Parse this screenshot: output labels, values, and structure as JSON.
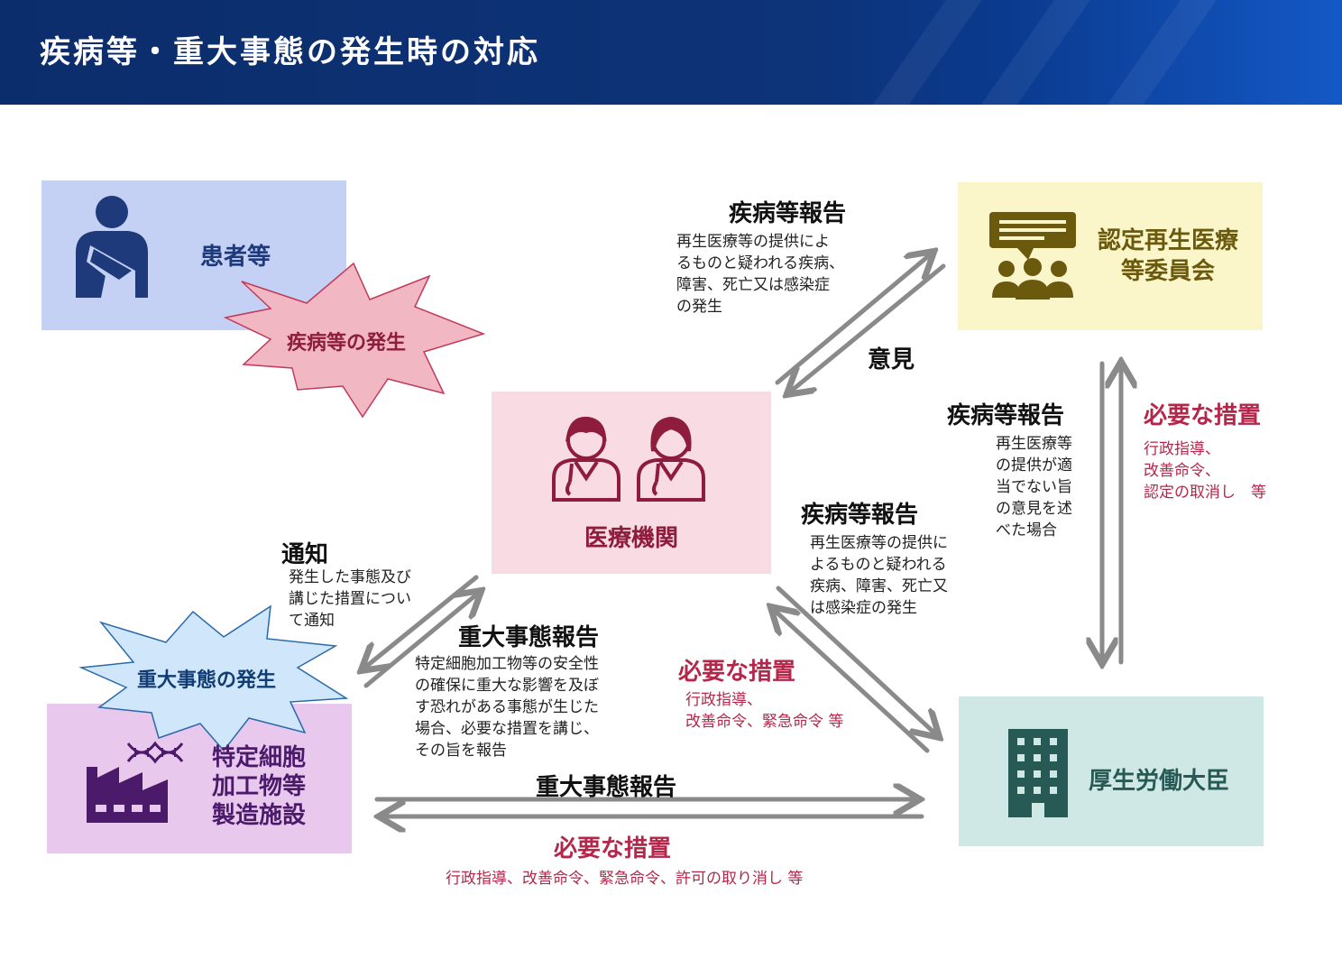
{
  "title": "疾病等・重大事態の発生時の対応",
  "nodes": {
    "patient": "患者等",
    "committee": [
      "認定再生医療",
      "等委員会"
    ],
    "medical": "医療機関",
    "facility": [
      "特定細胞",
      "加工物等",
      "製造施設"
    ],
    "minister": "厚生労働大臣"
  },
  "bursts": {
    "disease": "疾病等の発生",
    "serious": "重大事態の発生"
  },
  "labels": {
    "disease_report_top": {
      "title": "疾病等報告",
      "body": [
        "再生医療等の提供によ",
        "るものと疑われる疾病、",
        "障害、死亡又は感染症",
        "の発生"
      ]
    },
    "opinion": "意見",
    "disease_report_committee": {
      "title": "疾病等報告",
      "body": [
        "再生医療等",
        "の提供が適",
        "当でない旨",
        "の意見を述",
        "べた場合"
      ]
    },
    "measures_committee": {
      "title": "必要な措置",
      "body": [
        "行政指導、",
        "改善命令、",
        "認定の取消し　等"
      ]
    },
    "disease_report_minister": {
      "title": "疾病等報告",
      "body": [
        "再生医療等の提供に",
        "よるものと疑われる",
        "疾病、障害、死亡又",
        "は感染症の発生"
      ]
    },
    "notice": {
      "title": "通知",
      "body": [
        "発生した事態及び",
        "講じた措置につい",
        "て通知"
      ]
    },
    "serious_report_medical": {
      "title": "重大事態報告",
      "body": [
        "特定細胞加工物等の安全性",
        "の確保に重大な影響を及ぼ",
        "す恐れがある事態が生じた",
        "場合、必要な措置を講じ、",
        "その旨を報告"
      ]
    },
    "measures_medical": {
      "title": "必要な措置",
      "body": [
        "行政指導、",
        "改善命令、緊急命令 等"
      ]
    },
    "serious_report_bottom": "重大事態報告",
    "measures_bottom": {
      "title": "必要な措置",
      "body": "行政指導、改善命令、緊急命令、許可の取り消し 等"
    }
  },
  "colors": {
    "patient_bg": "#c5d1f4",
    "patient_fg": "#1f3a7a",
    "committee_bg": "#fbf6c9",
    "committee_fg": "#6b5a0e",
    "medical_bg": "#f8dbe3",
    "medical_fg": "#8e1c3c",
    "facility_bg": "#e8c8ec",
    "facility_fg": "#4b1a6b",
    "minister_bg": "#cfe8e6",
    "minister_fg": "#285a55",
    "arrow": "#8a8a8a",
    "red": "#b5274a"
  },
  "icons": [
    "injured-person-icon",
    "committee-meeting-icon",
    "doctors-icon",
    "factory-dna-icon",
    "office-building-icon"
  ]
}
